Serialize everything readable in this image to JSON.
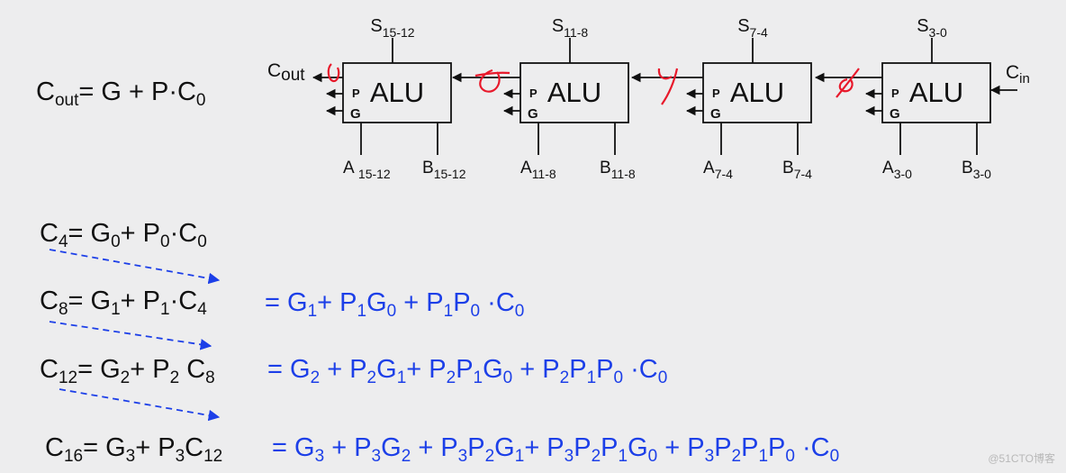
{
  "formula_cout": [
    "C",
    "out",
    "= G + P·C",
    "0"
  ],
  "alus": [
    {
      "label": "ALU",
      "p": "P",
      "g": "G",
      "s": [
        "S",
        "15-12"
      ],
      "a": [
        "A ",
        "15-12"
      ],
      "b": [
        "B",
        "15-12"
      ]
    },
    {
      "label": "ALU",
      "p": "P",
      "g": "G",
      "s": [
        "S",
        "11-8"
      ],
      "a": [
        "A",
        "11-8"
      ],
      "b": [
        "B",
        "11-8"
      ]
    },
    {
      "label": "ALU",
      "p": "P",
      "g": "G",
      "s": [
        "S",
        "7-4"
      ],
      "a": [
        "A",
        "7-4"
      ],
      "b": [
        "B",
        "7-4"
      ]
    },
    {
      "label": "ALU",
      "p": "P",
      "g": "G",
      "s": [
        "S",
        "3-0"
      ],
      "a": [
        "A",
        "3-0"
      ],
      "b": [
        "B",
        "3-0"
      ]
    }
  ],
  "cout_label": [
    "C",
    "out"
  ],
  "cin_label": [
    "C",
    "in"
  ],
  "equations": [
    {
      "left": [
        "C",
        "4",
        "= G",
        "0",
        "+ P",
        "0",
        "·C",
        "0"
      ],
      "right": []
    },
    {
      "left": [
        "C",
        "8",
        "= G",
        "1",
        "+ P",
        "1",
        "·C",
        "4"
      ],
      "right": [
        "= G",
        "1",
        "+ P",
        "1",
        "G",
        "0",
        " + P",
        "1",
        "P",
        "0",
        " ·C",
        "0"
      ]
    },
    {
      "left": [
        "C",
        "12",
        "= G",
        "2",
        "+ P",
        "2",
        " C",
        "8"
      ],
      "right": [
        "= G",
        "2",
        " + P",
        "2",
        "G",
        "1",
        "+ P",
        "2",
        "P",
        "1",
        "G",
        "0",
        " + P",
        "2",
        "P",
        "1",
        "P",
        "0",
        " ·C",
        "0"
      ]
    },
    {
      "left": [
        "C",
        "16",
        "= G",
        "3",
        "+ P",
        "3",
        "C",
        "12"
      ],
      "right": [
        "= G",
        "3",
        " + P",
        "3",
        "G",
        "2",
        " + P",
        "3",
        "P",
        "2",
        "G",
        "1",
        "+ P",
        "3",
        "P",
        "2",
        "P",
        "1",
        "G",
        "0",
        " + P",
        "3",
        "P",
        "2",
        "P",
        "1",
        "P",
        "0",
        " ·C",
        "0"
      ]
    }
  ],
  "colors": {
    "text": "#111111",
    "accent": "#1c3fe8",
    "annotation": "#e8192b",
    "background": "#ededee"
  },
  "watermark": "@51CTO博客"
}
